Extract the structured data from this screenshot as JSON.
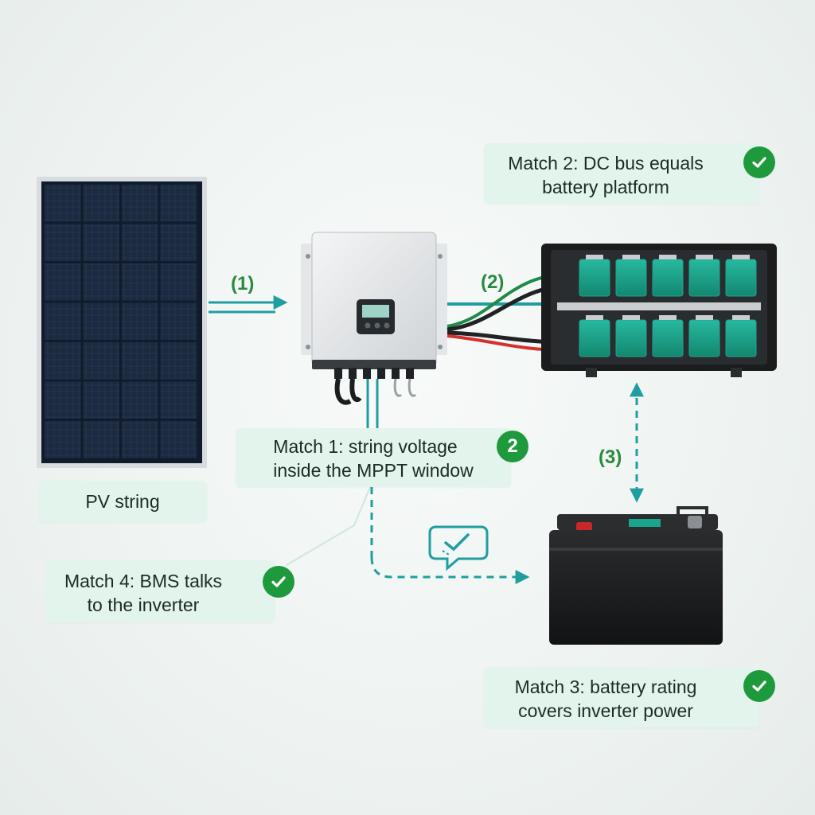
{
  "steps": {
    "s1": "(1)",
    "s2": "(2)",
    "s3": "(3)"
  },
  "pv_label": "PV string",
  "match1": {
    "line1": "Match 1: string voltage",
    "line2": "inside the MPPT window",
    "badge": "2"
  },
  "match2": {
    "line1": "Match 2: DC bus equals",
    "line2": "battery platform"
  },
  "match3": {
    "line1": "Match 3: battery rating",
    "line2": "covers inverter power"
  },
  "match4": {
    "line1": "Match 4: BMS talks",
    "line2": "to the inverter"
  },
  "icons": {
    "check": "check-circle-icon",
    "chat": "chat-check-icon",
    "panel": "solar-panel-icon",
    "inverter": "inverter-icon",
    "pack": "battery-pack-icon",
    "battery": "battery-icon"
  },
  "colors": {
    "teal": "#1f9ea0",
    "check_green": "#1e9a3d",
    "callout_bg": "#e3f4ec",
    "cell_teal": "#1aa58d"
  }
}
